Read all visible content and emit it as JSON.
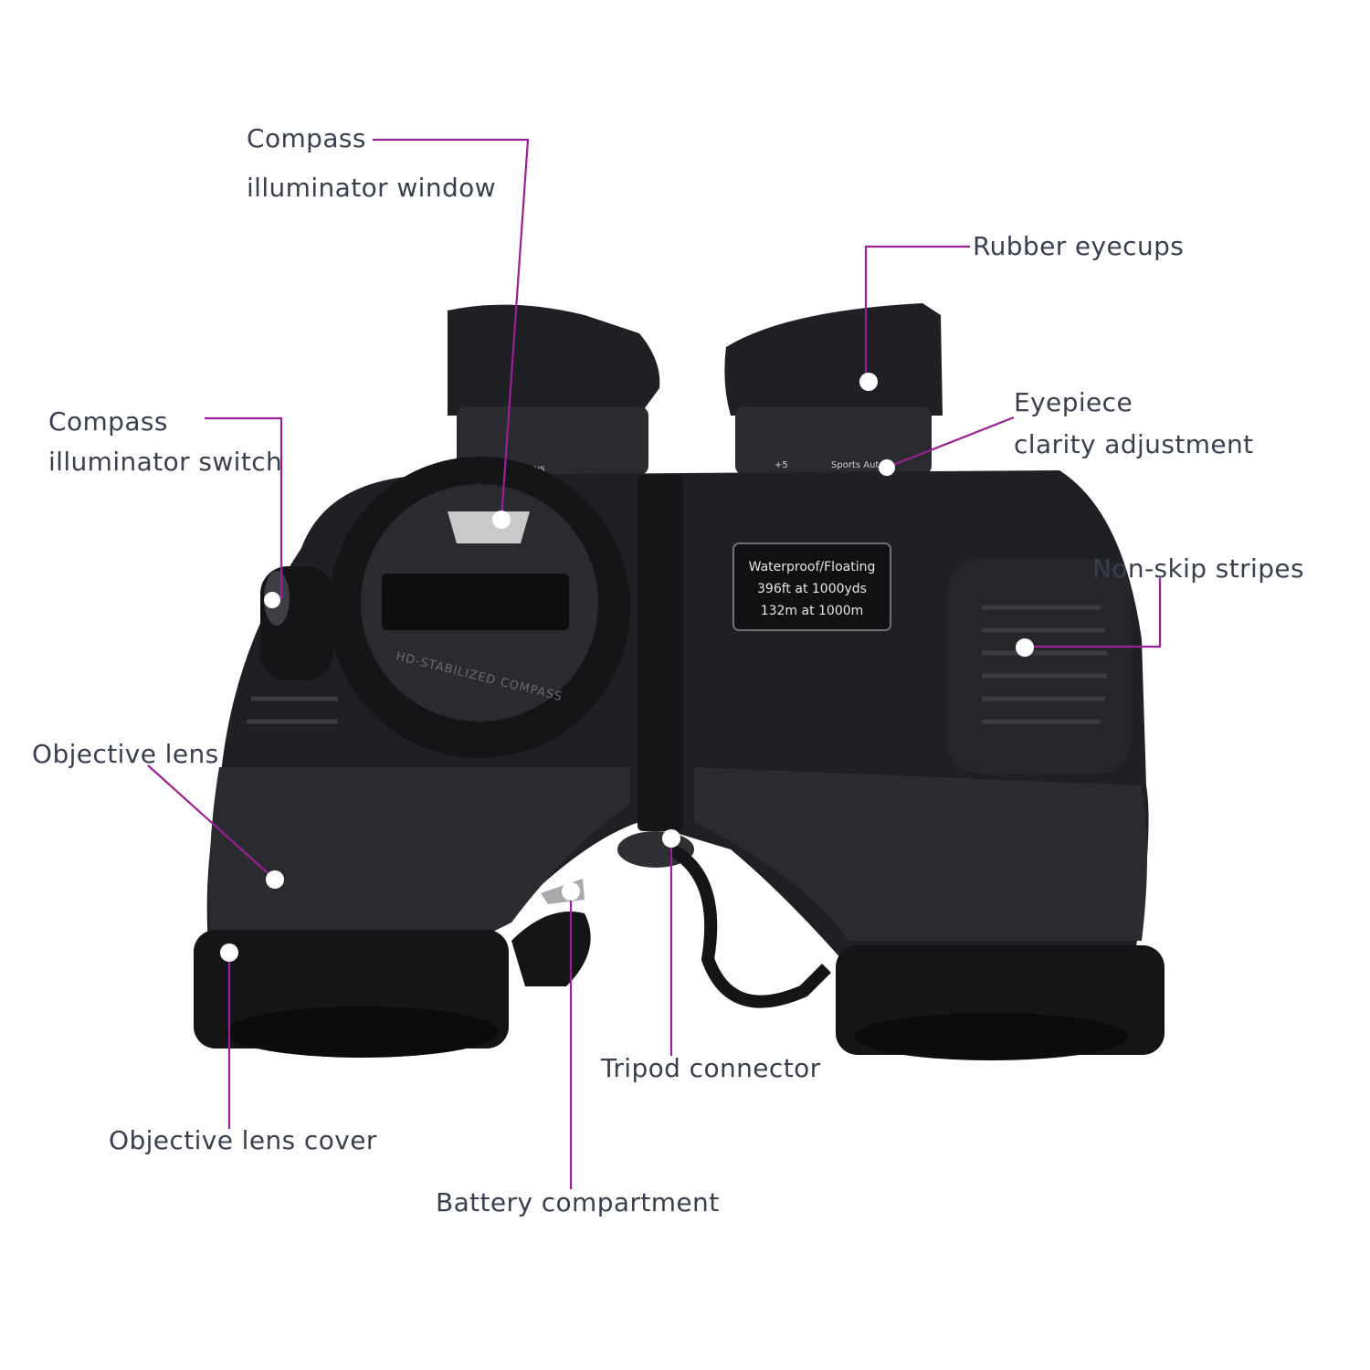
{
  "labels": {
    "compass_window_line1": "Compass",
    "compass_window_line2": "illuminator window",
    "rubber_eyecups": "Rubber eyecups",
    "compass_switch_line1": "Compass",
    "compass_switch_line2": "illuminator switch",
    "eyepiece_line1": "Eyepiece",
    "eyepiece_line2": "clarity adjustment",
    "non_skip_stripes": "Non-skip stripes",
    "objective_lens": "Objective lens",
    "tripod_connector": "Tripod connector",
    "objective_lens_cover": "Objective lens cover",
    "battery_compartment": "Battery compartment"
  },
  "product_text": {
    "plate_line1": "Waterproof/Floating",
    "plate_line2": "396ft at 1000yds",
    "plate_line3": "132m at 1000m",
    "compass_ring": "HD-STABILIZED COMPASS",
    "eyepiece_marks": "+5",
    "eyepiece_mode": "Sports Auto",
    "focus_mark": "Focus"
  },
  "colors": {
    "leader_line": "#9b1f95",
    "label_text": "#3a3f4f",
    "body": "#1f2023"
  }
}
